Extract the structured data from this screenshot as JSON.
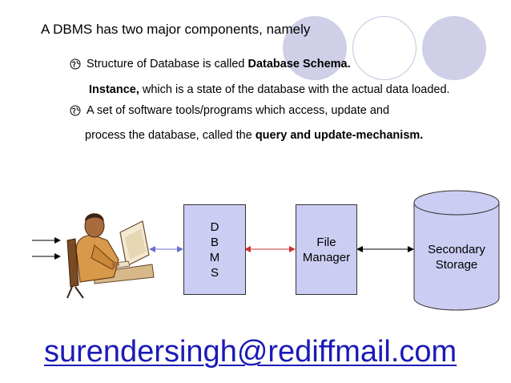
{
  "slide": {
    "heading": "A DBMS has two major components, namely",
    "bullets": [
      {
        "pre": "Structure of Database is called ",
        "bold": "Database Schema.",
        "cont_bold": "Instance,",
        "cont_text": " which is a state of the database with the actual data loaded."
      },
      {
        "text": "A set of software tools/programs which access, update and",
        "cont_text": "process the database, called the ",
        "cont_bold": "query and update-mechanism."
      }
    ]
  },
  "diagram": {
    "dbms_letters": [
      "D",
      "B",
      "M",
      "S"
    ],
    "file_manager": [
      "File",
      "Manager"
    ],
    "secondary_storage": [
      "Secondary",
      "Storage"
    ],
    "colors": {
      "box_fill": "#cccdf2",
      "arrow_user_dbms": "#6f6fd0",
      "arrow_dbms_fm": "#cc3333",
      "arrow_fm_storage": "#000000"
    }
  },
  "footer": {
    "email": "surendersingh@rediffmail.com",
    "email_color": "#1a1ab8"
  },
  "icons": {
    "bullet": "globe-bullet-icon",
    "user": "computer-user-icon"
  }
}
